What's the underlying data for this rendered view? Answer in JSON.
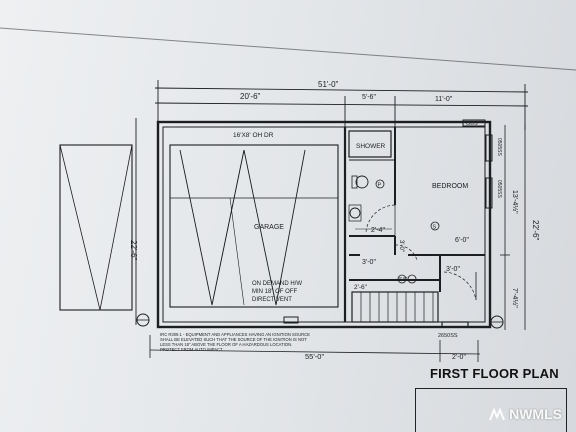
{
  "plan": {
    "title": "FIRST FLOOR PLAN",
    "dims": {
      "overall_top": "51'-0\"",
      "garage_width": "20'-6\"",
      "mid_width": "5'-6\"",
      "bedroom_width": "11'-0\"",
      "left_depth": "22'-6\"",
      "right_depth": "22'-6\"",
      "bedroom_side": "13'-4½\"",
      "lower_side": "7'-4½\"",
      "bottom_total": "55'-0\"",
      "bottom_right": "2'-0\"",
      "hall_2_4": "2'-4\"",
      "bedroom_6_0": "6'-0\"",
      "hall_3_0_left": "3'-0\"",
      "hall_3_0_right": "3'-0\"",
      "stair_2_6": "2'-6\"",
      "door_3_0": "3'-0\""
    },
    "labels": {
      "garage_door": "16'X8' OH DR",
      "garage": "GARAGE",
      "shower": "SHOWER",
      "bedroom": "BEDROOM",
      "water_heater_1": "ON DEMAND H/W",
      "water_heater_2": "MIN 18\" OF OFF",
      "water_heater_3": "DIRECT VENT",
      "smoke_p": "P",
      "smoke_s": "S",
      "sc": "S/C",
      "window_top": "OBS",
      "window_right_1": "0505SS",
      "window_right_2": "0505SS",
      "door_bottom": "2650SS",
      "note_1": "IRC R309.1 - EQUIPMENT AND APPLIANCES HAVING AN IGNITION SOURCE",
      "note_2": "SHALL BE ELEVATED SUCH THAT THE SOURCE OF THE IGNITION IS NOT",
      "note_3": "LESS THAN 18\" ABOVE THE FLOOR OF A HAZARDOUS LOCATION.",
      "note_4": "PROTECT FROM AUTO IMPACT"
    },
    "watermark": "NWMLS"
  },
  "colors": {
    "ink": "#1c1e22",
    "paper": "#e6e9ec"
  }
}
